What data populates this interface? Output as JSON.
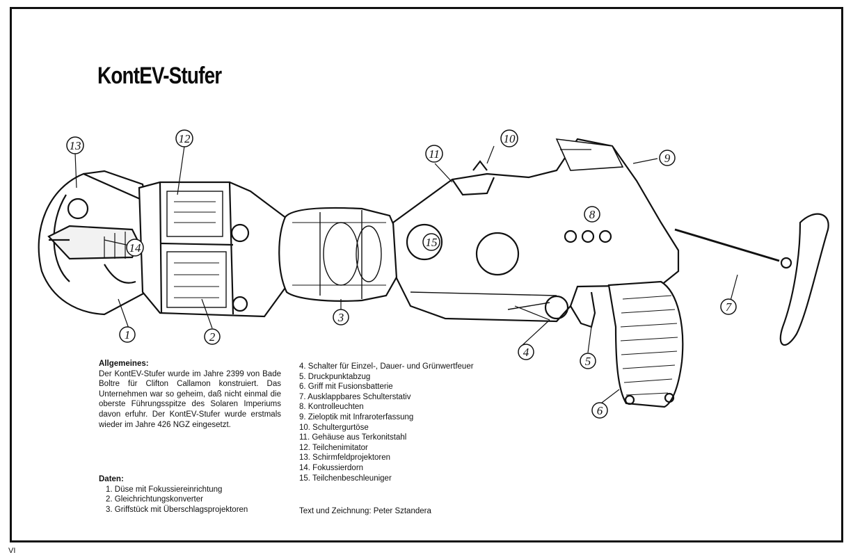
{
  "title": "KontEV-Stufer",
  "callouts": [
    "1",
    "2",
    "3",
    "4",
    "5",
    "6",
    "7",
    "8",
    "9",
    "10",
    "11",
    "12",
    "13",
    "14",
    "15"
  ],
  "general": {
    "heading": "Allgemeines:",
    "text": "Der KontEV-Stufer wurde im Jahre 2399 von Bade Boltre für Clifton Callamon konstruiert. Das Unternehmen war so geheim, daß nicht einmal die oberste Führungsspitze des Solaren Imperiums davon erfuhr. Der KontEV-Stufer wurde erstmals wieder im Jahre 426 NGZ eingesetzt."
  },
  "data": {
    "heading": "Daten:",
    "items": [
      "1. Düse mit Fokussiereinrichtung",
      "2. Gleichrichtungskonverter",
      "3. Griffstück mit Überschlagsprojektoren",
      "4. Schalter für Einzel-, Dauer- und Grünwertfeuer",
      "5. Druckpunktabzug",
      "6. Griff mit Fusionsbatterie",
      "7. Ausklappbares Schulterstativ",
      "8. Kontrolleuchten",
      "9. Zieloptik mit Infraroterfassung",
      "10. Schultergurtöse",
      "11. Gehäuse aus Terkonitstahl",
      "12. Teilchenimitator",
      "13. Schirmfeldprojektoren",
      "14. Fokussierdorn",
      "15. Teilchenbeschleuniger"
    ]
  },
  "credit": "Text und Zeichnung: Peter Sztandera",
  "page_mark": "VI"
}
